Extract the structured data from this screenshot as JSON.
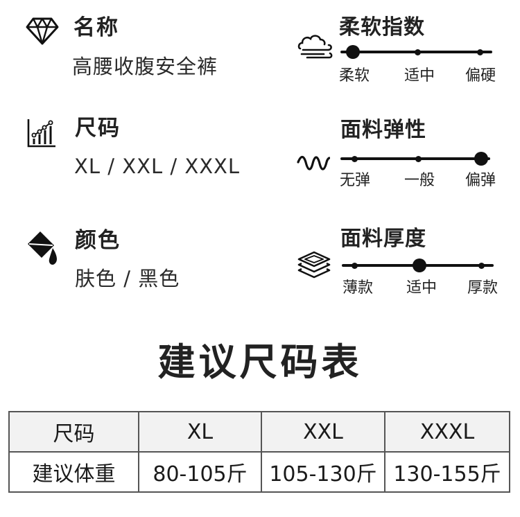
{
  "specs_left": {
    "name": {
      "icon": "diamond-icon",
      "label": "名称",
      "value": "高腰收腹安全裤"
    },
    "size": {
      "icon": "growth-chart-icon",
      "label": "尺码",
      "value": "XL / XXL / XXXL"
    },
    "color": {
      "icon": "paint-bucket-icon",
      "label": "颜色",
      "value": "肤色 / 黑色"
    }
  },
  "scales": {
    "softness": {
      "icon": "cloud-wind-icon",
      "title": "柔软指数",
      "ticks": [
        "柔软",
        "适中",
        "偏硬"
      ],
      "selected_index": 0
    },
    "elasticity": {
      "icon": "wave-icon",
      "title": "面料弹性",
      "ticks": [
        "无弹",
        "一般",
        "偏弹"
      ],
      "selected_index": 2
    },
    "thickness": {
      "icon": "layers-icon",
      "title": "面料厚度",
      "ticks": [
        "薄款",
        "适中",
        "厚款"
      ],
      "selected_index": 1
    }
  },
  "size_chart": {
    "title": "建议尺码表",
    "header": [
      "尺码",
      "XL",
      "XXL",
      "XXXL"
    ],
    "rows": [
      [
        "建议体重",
        "80-105斤",
        "105-130斤",
        "130-155斤"
      ]
    ]
  }
}
